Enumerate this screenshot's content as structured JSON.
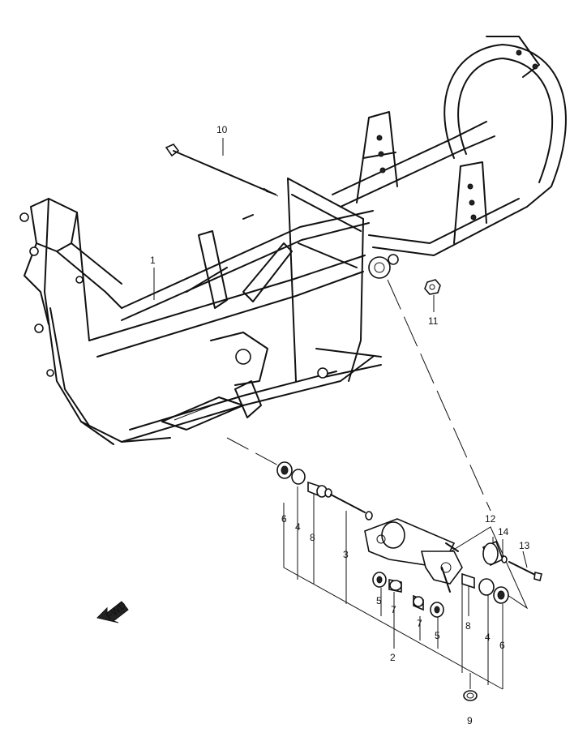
{
  "callouts": [
    {
      "id": "c1",
      "text": "1"
    },
    {
      "id": "c2",
      "text": "2"
    },
    {
      "id": "c3",
      "text": "3"
    },
    {
      "id": "c4a",
      "text": "4"
    },
    {
      "id": "c4b",
      "text": "4"
    },
    {
      "id": "c5a",
      "text": "5"
    },
    {
      "id": "c5b",
      "text": "5"
    },
    {
      "id": "c6a",
      "text": "6"
    },
    {
      "id": "c6b",
      "text": "6"
    },
    {
      "id": "c7a",
      "text": "7"
    },
    {
      "id": "c7b",
      "text": "7"
    },
    {
      "id": "c8a",
      "text": "8"
    },
    {
      "id": "c8b",
      "text": "8"
    },
    {
      "id": "c9",
      "text": "9"
    },
    {
      "id": "c10",
      "text": "10"
    },
    {
      "id": "c11",
      "text": "11"
    },
    {
      "id": "c12",
      "text": "12"
    },
    {
      "id": "c13",
      "text": "13"
    },
    {
      "id": "c14",
      "text": "14"
    }
  ],
  "fwd_label": "FWD"
}
